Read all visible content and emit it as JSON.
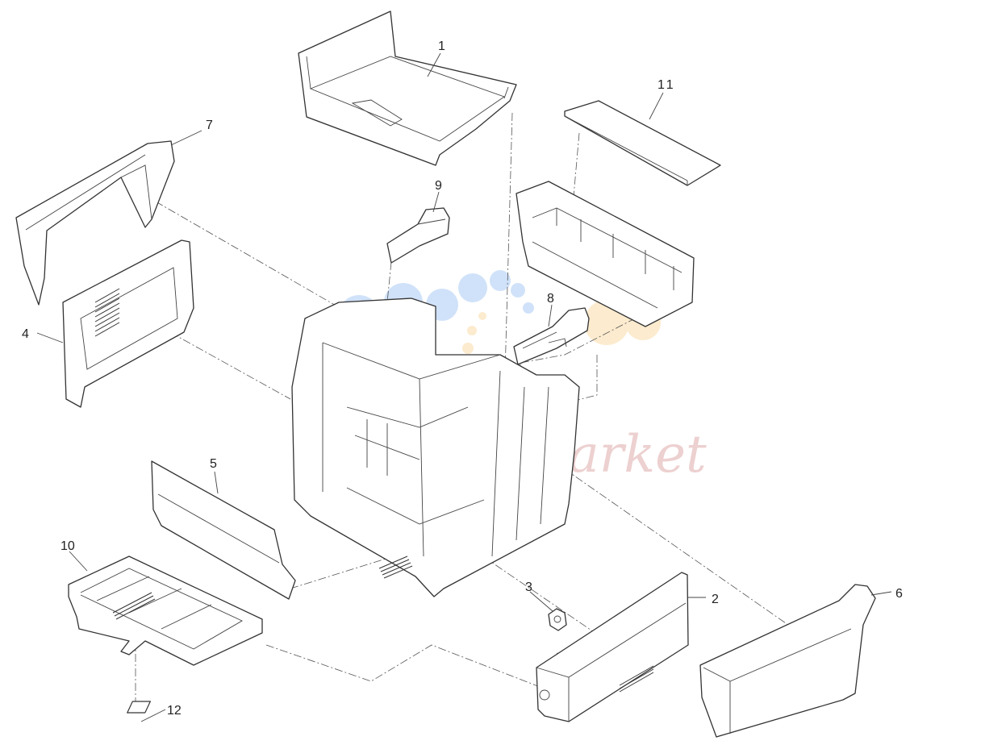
{
  "callouts": [
    "1",
    "2",
    "3",
    "4",
    "5",
    "6",
    "7",
    "8",
    "9",
    "10",
    "11",
    "12"
  ],
  "watermark": {
    "text": "Inkjet Market",
    "dot_colors": [
      "#2f80e6",
      "#f5a623"
    ]
  }
}
